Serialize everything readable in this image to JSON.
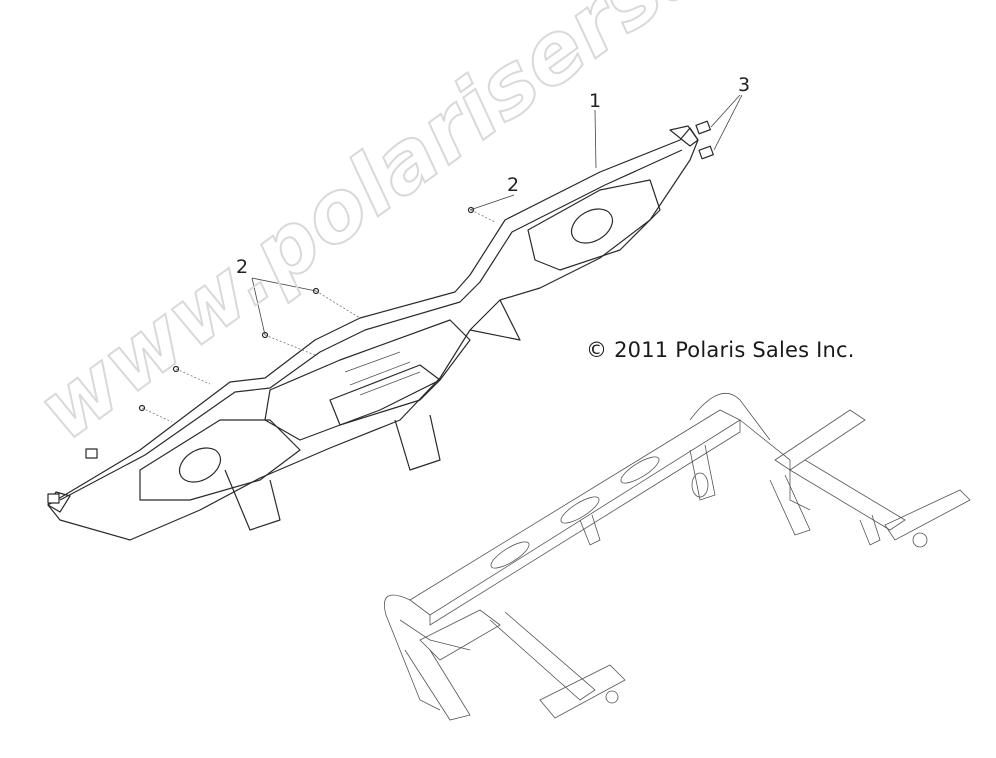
{
  "diagram": {
    "copyright": "© 2011 Polaris Sales Inc.",
    "watermark": "www.polarisersatzteile.de",
    "callouts": [
      {
        "id": "callout-1",
        "label": "1",
        "part": "rear frame / bumper assembly"
      },
      {
        "id": "callout-2a",
        "label": "2",
        "part": "rivet / push fastener"
      },
      {
        "id": "callout-2b",
        "label": "2",
        "part": "rivet / push fastener"
      },
      {
        "id": "callout-3",
        "label": "3",
        "part": "clip nut"
      }
    ],
    "colors": {
      "line": "#2a2a2a",
      "watermark": "#d9d9d9",
      "background": "#ffffff"
    }
  }
}
